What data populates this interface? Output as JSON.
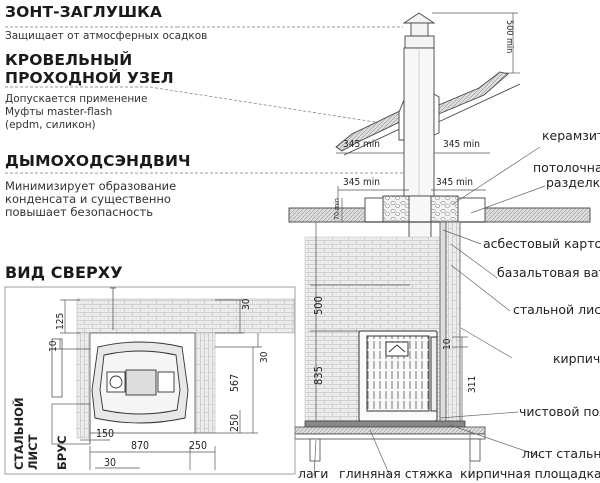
{
  "sections": {
    "umbrella": {
      "title": "ЗОНТ-ЗАГЛУШКА",
      "desc": "Защищает от атмосферных осадков"
    },
    "roof_pass": {
      "title_line1": "КРОВЕЛЬНЫЙ",
      "title_line2": "ПРОХОДНОЙ УЗЕЛ",
      "desc_line1": "Допускается применение",
      "desc_line2": "Муфты master-flash",
      "desc_line3": "(epdm, силикон)"
    },
    "chimney": {
      "title": "ДЫМОХОДСЭНДВИЧ",
      "desc_line1": "Минимизирует образование",
      "desc_line2": "конденсата и существенно",
      "desc_line3": "повышает безопасность"
    },
    "top_view": {
      "title": "ВИД СВЕРХУ"
    }
  },
  "labels": {
    "keramzit": "керамзит",
    "ceiling_1": "потолочная",
    "ceiling_2": "разделка",
    "asbestos": "асбестовый картон",
    "basalt": "базальтовая вата",
    "steel_sheet": "стальной лист",
    "brick": "кирпич",
    "finish_floor": "чистовой пол",
    "steel_sheet_2": "лист стальной",
    "joists": "лаги",
    "clay_screed": "глиняная стяжка",
    "brick_pad": "кирпичная площадка",
    "side_steel_1": "СТАЛЬНОЙ",
    "side_steel_2": "ЛИСТ",
    "side_beam": "БРУС"
  },
  "dimensions": {
    "top_500": "500 min",
    "roof_left": "345 min",
    "roof_right": "345 min",
    "ceil_left": "345 min",
    "ceil_right": "345 min",
    "ceil_70": "70 min",
    "side_500": "500",
    "side_835": "835",
    "side_10": "10",
    "side_311": "311",
    "tv_125": "125",
    "tv_30a": "30",
    "tv_10": "10",
    "tv_30b": "30",
    "tv_567": "567",
    "tv_250v": "250",
    "tv_150": "150",
    "tv_870": "870",
    "tv_250h": "250",
    "tv_30c": "30"
  }
}
